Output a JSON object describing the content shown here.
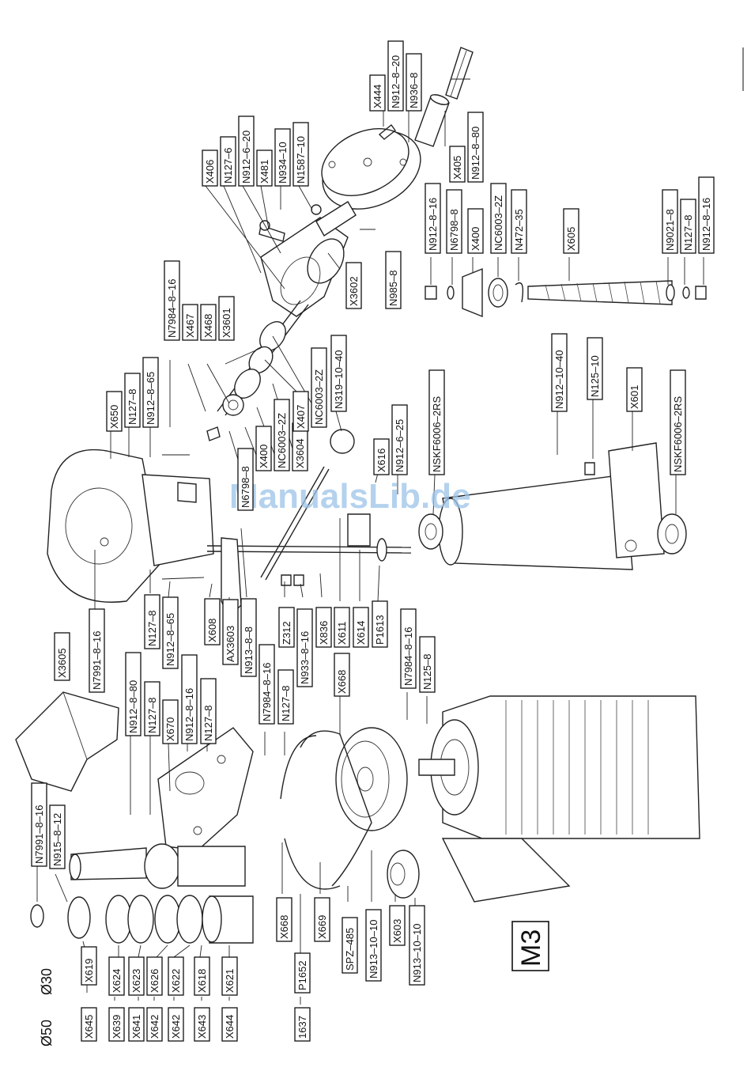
{
  "watermark": "ManualsLib.de",
  "motor_label": "M3",
  "diameters": [
    "Ø50",
    "Ø30"
  ],
  "labels": {
    "N912_8_20": "N912–8–20",
    "X444": "X444",
    "N936_8": "N936–8",
    "X405": "X405",
    "N912_8_80_top": "N912–8–80",
    "X406": "X406",
    "N127_6": "N127–6",
    "N912_6_20": "N912–6–20",
    "X481": "X481",
    "N934_10": "N934–10",
    "N1587_10": "N1587–10",
    "X3602": "X3602",
    "N985_8": "N985–8",
    "N912_8_16_r": "N912–8–16",
    "N6798_8": "N6798–8",
    "X400_r": "X400",
    "NC6003_2Z_r": "NC6003–2Z",
    "N472_35": "N472–35",
    "X605": "X605",
    "N9021_8": "N9021–8",
    "N127_8_r": "N127–8",
    "N912_8_16_rr": "N912–8–16",
    "N7984_8_16_a": "N7984–8–16",
    "X467": "X467",
    "X468": "X468",
    "X3601": "X3601",
    "X650": "X650",
    "N127_8_a": "N127–8",
    "N912_8_65_a": "N912–8–65",
    "N6798_8_b": "N6798–8",
    "X400_b": "X400",
    "NC6003_2Z_b": "NC6003–2Z",
    "X3604": "X3604",
    "X407": "X407",
    "NC6003_2Z_c": "NC6003–2Z",
    "N319_10_40": "N319–10–40",
    "X616": "X616",
    "N912_6_25": "N912–6–25",
    "NSKF6006_2RS_a": "NSKF6006–2RS",
    "N912_10_40": "N912–10–40",
    "N125_10": "N125–10",
    "X601": "X601",
    "NSKF6006_2RS_b": "NSKF6006–2RS",
    "X3605": "X3605",
    "N7991_8_16_a": "N7991–8–16",
    "N127_8_b": "N127–8",
    "N912_8_65_b": "N912–8–65",
    "X608": "X608",
    "AX3603": "AX3603",
    "N913_8_8": "N913–8–8",
    "Z312": "Z312",
    "N933_8_16": "N933–8–16",
    "X836": "X836",
    "X611": "X611",
    "X614": "X614",
    "P1613": "P1613",
    "N912_8_80_b": "N912–8–80",
    "N127_8_c": "N127–8",
    "X670": "X670",
    "N912_8_16_b": "N912–8–16",
    "N127_8_d": "N127–8",
    "N7984_8_16_b": "N7984–8–16",
    "N127_8_e": "N127–8",
    "X668_a": "X668",
    "N7984_8_16_c": "N7984–8–16",
    "N125_8": "N125–8",
    "N7991_8_16_b": "N7991–8–16",
    "N915_8_12": "N915–8–12",
    "X668_b": "X668",
    "X669": "X669",
    "SPZ_485": "SPZ–485",
    "N913_10_10_a": "N913–10–10",
    "X603": "X603",
    "N913_10_10_b": "N913–10–10",
    "P1652": "P1652",
    "P1637": "1637",
    "X645": "X645",
    "X619": "X619",
    "X639": "X639",
    "X624": "X624",
    "X641": "X641",
    "X623": "X623",
    "X642_a": "X642",
    "X626": "X626",
    "X642_b": "X642",
    "X622": "X622",
    "X643": "X643",
    "X618": "X618",
    "X644": "X644",
    "X621": "X621"
  }
}
